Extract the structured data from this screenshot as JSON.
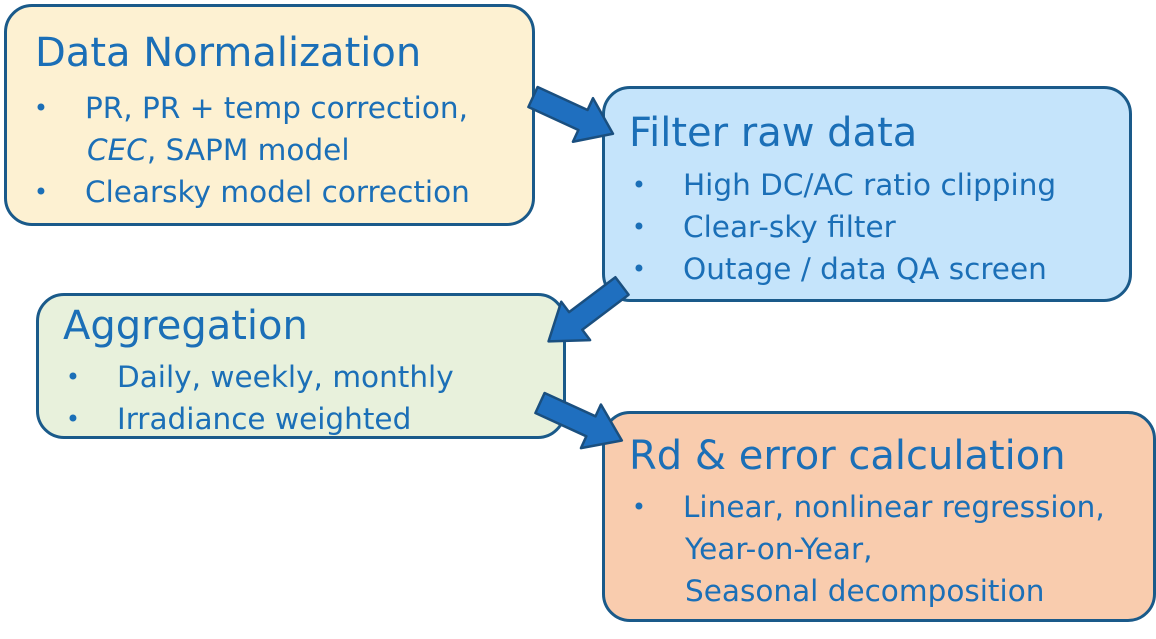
{
  "boxes": {
    "normalization": {
      "title": "Data Normalization",
      "bullets": [
        {
          "parts": [
            "PR, PR + temp correction,"
          ],
          "continuation_italic": "CEC",
          "continuation_rest": ", SAPM model"
        },
        {
          "parts": [
            "Clearsky model correction"
          ]
        }
      ]
    },
    "filter": {
      "title": "Filter raw data",
      "bullets": [
        "High DC/AC ratio clipping",
        "Clear-sky filter",
        "Outage / data QA screen"
      ]
    },
    "aggregation": {
      "title": "Aggregation",
      "bullets": [
        "Daily, weekly, monthly",
        "Irradiance weighted"
      ]
    },
    "rd": {
      "title": "Rd & error calculation",
      "bullet_lines": [
        "Linear, nonlinear regression,",
        "Year-on-Year,",
        "Seasonal decomposition"
      ]
    }
  },
  "bullet_symbol": "•",
  "colors": {
    "text": "#1b6fb7",
    "border": "#1a5a8a",
    "arrow": "#1f6fbf",
    "normalization_fill": "#fdf1d2",
    "filter_fill": "#c5e4fb",
    "aggregation_fill": "#e8f1dc",
    "rd_fill": "#f9ccae"
  }
}
